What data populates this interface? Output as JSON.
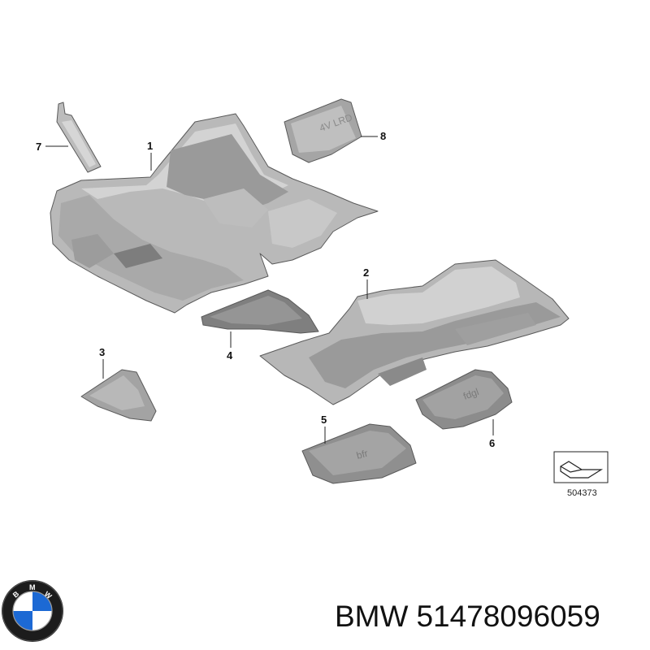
{
  "callouts": [
    "1",
    "2",
    "3",
    "4",
    "5",
    "6",
    "7",
    "8"
  ],
  "ref_code": "504373",
  "brand": "BMW",
  "part_number": "51478096059",
  "logo_letters": [
    "B",
    "M",
    "W"
  ],
  "colors": {
    "part_fill": "#b9b9b9",
    "part_light": "#d3d3d3",
    "part_dark": "#8f8f8f",
    "mat_fill": "#8a8a8a",
    "logo_ring": "#1c1c1c",
    "logo_blue": "#1c69d4"
  }
}
